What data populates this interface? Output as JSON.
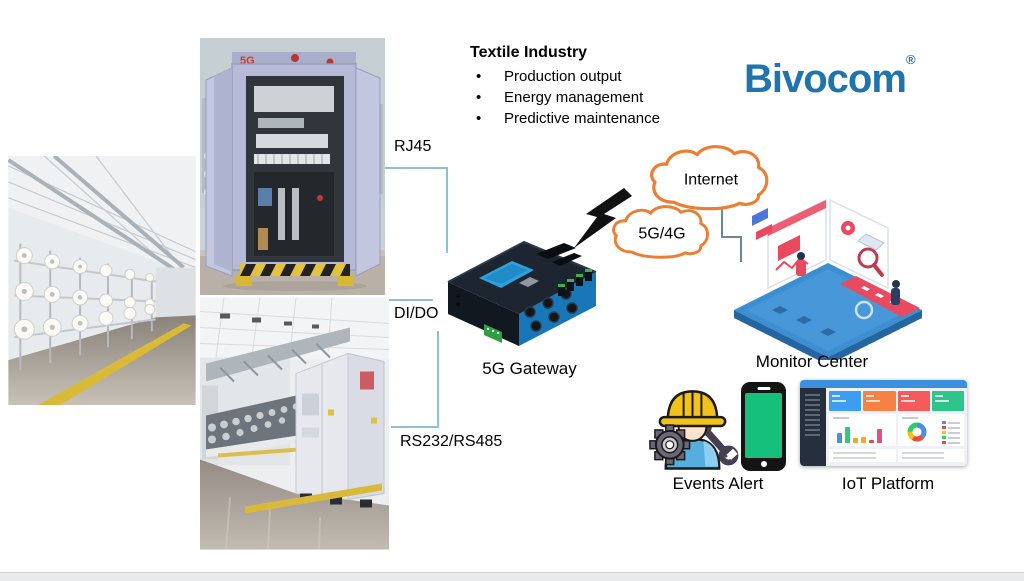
{
  "header": {
    "title": "Textile Industry",
    "bullet_char": "•",
    "bullets": [
      {
        "label": "Production output"
      },
      {
        "label": "Energy management"
      },
      {
        "label": "Predictive maintenance"
      }
    ]
  },
  "brand": {
    "name": "Bivocom",
    "mark": "®"
  },
  "connections": {
    "rj45": "RJ45",
    "dido": "DI/DO",
    "serial": "RS232/RS485"
  },
  "nodes": {
    "gateway": "5G Gateway",
    "internet_cloud": "Internet",
    "cellular_cloud": "5G/4G",
    "monitor_center": "Monitor Center",
    "events_alert": "Events Alert",
    "iot_platform": "IoT Platform"
  },
  "photos": {
    "cabinet_badge": "5G"
  },
  "colors": {
    "brand_blue": "#1F74AD",
    "cloud_orange": "#ED7D31",
    "connector_blue": "#8FBFD4",
    "gateway_blue": "#1877B8",
    "phone_screen_green": "#15C07D",
    "hazard_yellow": "#E3C23C"
  }
}
